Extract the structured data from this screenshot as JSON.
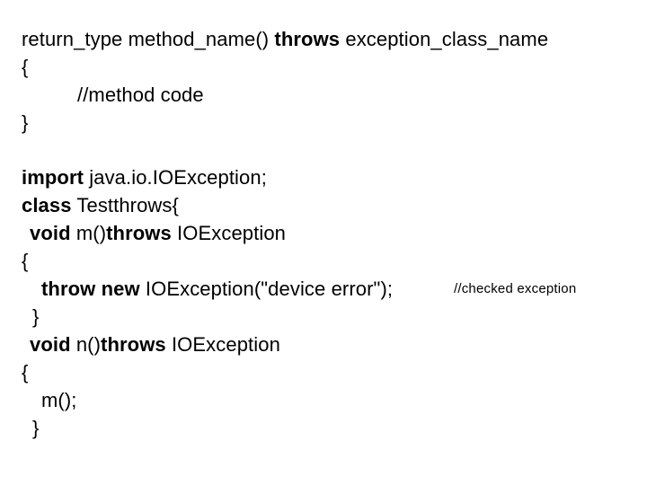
{
  "slide": {
    "background_color": "#ffffff",
    "text_color": "#000000"
  },
  "signature_block": {
    "name": "method-signature-syntax",
    "lines": [
      {
        "id": "sig-line-1",
        "indent": "ind-0",
        "segments": [
          {
            "text": "return_type method_name() ",
            "bold": false
          },
          {
            "text": "throws",
            "bold": true
          },
          {
            "text": " exception_class_name",
            "bold": false
          }
        ],
        "plain": "return_type method_name() throws exception_class_name"
      },
      {
        "id": "sig-line-2",
        "indent": "ind-br",
        "segments": [
          {
            "text": "{",
            "bold": false
          }
        ],
        "plain": "{"
      },
      {
        "id": "sig-line-3",
        "indent": "ind-cm",
        "segments": [
          {
            "text": "//method code",
            "bold": false
          }
        ],
        "plain": "//method code"
      },
      {
        "id": "sig-line-4",
        "indent": "ind-br",
        "segments": [
          {
            "text": "}",
            "bold": false
          }
        ],
        "plain": "}"
      }
    ]
  },
  "example_block": {
    "name": "java-throws-example",
    "lines": [
      {
        "id": "ex-line-1",
        "indent": "ind-0",
        "segments": [
          {
            "text": "import",
            "bold": true
          },
          {
            "text": " java.io.IOException;",
            "bold": false
          }
        ],
        "plain": "import java.io.IOException;"
      },
      {
        "id": "ex-line-2",
        "indent": "ind-0",
        "segments": [
          {
            "text": "class",
            "bold": true
          },
          {
            "text": " Testthrows{",
            "bold": false
          }
        ],
        "plain": "class Testthrows{"
      },
      {
        "id": "ex-line-3",
        "indent": "ind-1",
        "segments": [
          {
            "text": "void",
            "bold": true
          },
          {
            "text": " m()",
            "bold": false
          },
          {
            "text": "throws",
            "bold": true
          },
          {
            "text": " IOException",
            "bold": false
          }
        ],
        "plain": "void m()throws IOException"
      },
      {
        "id": "ex-line-4",
        "indent": "ind-br",
        "segments": [
          {
            "text": "{",
            "bold": false
          }
        ],
        "plain": "{"
      },
      {
        "id": "ex-line-5",
        "indent": "ind-2",
        "segments": [
          {
            "text": "throw new",
            "bold": true
          },
          {
            "text": " IOException(\"device error\");",
            "bold": false
          }
        ],
        "plain": "throw new IOException(\"device error\");",
        "comment": "//checked exception"
      },
      {
        "id": "ex-line-6",
        "indent": "ind-cl",
        "segments": [
          {
            "text": "}",
            "bold": false
          }
        ],
        "plain": "}"
      },
      {
        "id": "ex-line-7",
        "indent": "ind-1",
        "segments": [
          {
            "text": "void",
            "bold": true
          },
          {
            "text": " n()",
            "bold": false
          },
          {
            "text": "throws",
            "bold": true
          },
          {
            "text": " IOException",
            "bold": false
          }
        ],
        "plain": "void n()throws IOException"
      },
      {
        "id": "ex-line-8",
        "indent": "ind-br",
        "segments": [
          {
            "text": "{",
            "bold": false
          }
        ],
        "plain": "{"
      },
      {
        "id": "ex-line-9",
        "indent": "ind-2",
        "segments": [
          {
            "text": "m();",
            "bold": false
          }
        ],
        "plain": "m();"
      },
      {
        "id": "ex-line-10",
        "indent": "ind-cl",
        "segments": [
          {
            "text": "}",
            "bold": false
          }
        ],
        "plain": "}"
      }
    ]
  }
}
